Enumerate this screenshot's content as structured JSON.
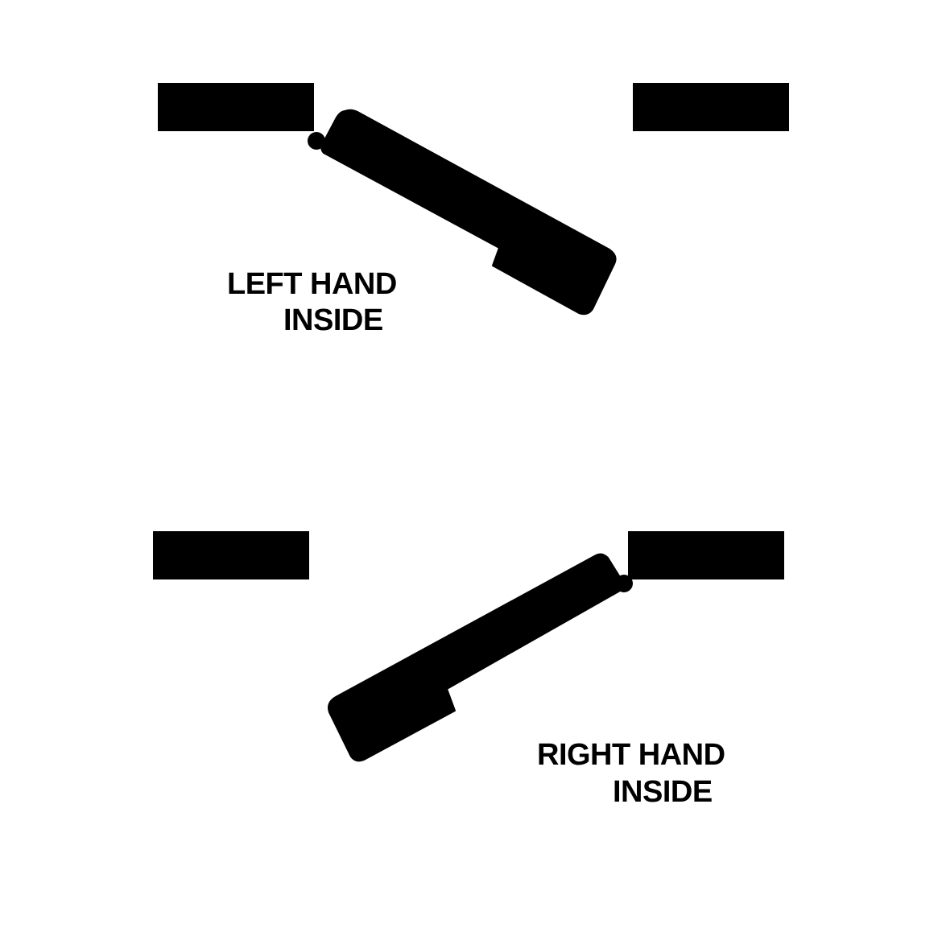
{
  "colors": {
    "ink": "#000000",
    "background": "#ffffff"
  },
  "diagrams": [
    {
      "id": "left-hand-inside",
      "label_line1": "LEFT HAND",
      "label_line2": "INSIDE"
    },
    {
      "id": "right-hand-inside",
      "label_line1": "RIGHT HAND",
      "label_line2": "INSIDE"
    }
  ]
}
